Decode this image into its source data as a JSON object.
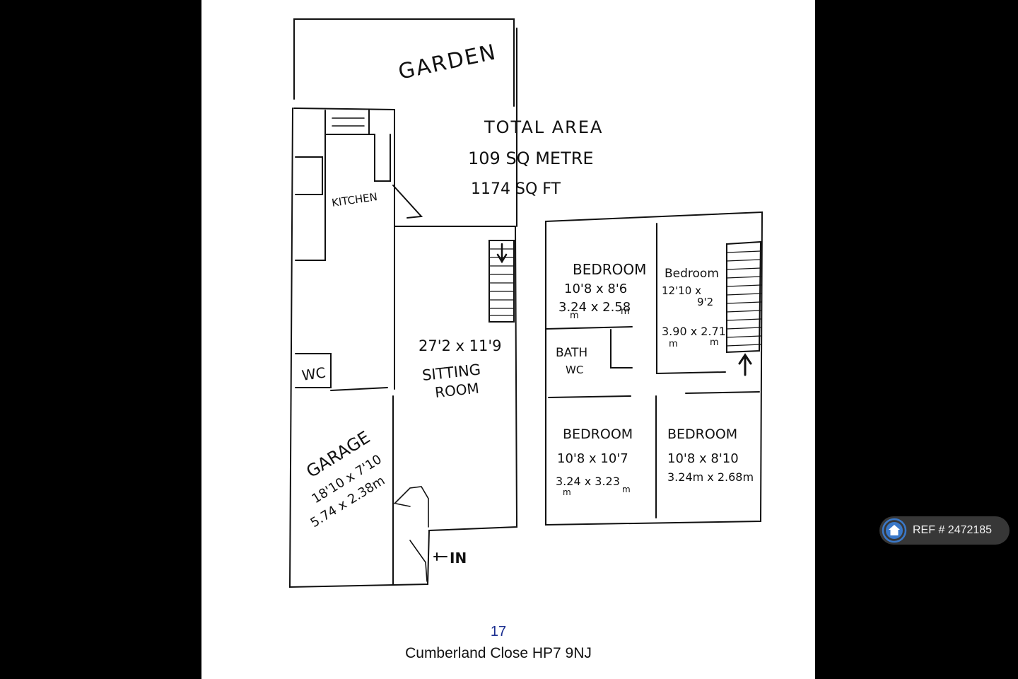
{
  "ground_floor": {
    "garden_label": "GARDEN",
    "total_area_label": "TOTAL AREA",
    "total_area_metric": "109 SQ METRE",
    "total_area_imperial": "1174 SQ FT",
    "kitchen_label": "KITCHEN",
    "sitting_room_dims": "27'2 x 11'9",
    "sitting_room_label_1": "SITTING",
    "sitting_room_label_2": "ROOM",
    "wc_label": "WC",
    "garage_label": "GARAGE",
    "garage_dims_imperial": "18'10 x 7'10",
    "garage_dims_metric": "5.74 x 2.38m",
    "entrance_label": "IN"
  },
  "first_floor": {
    "bedroom1": {
      "label": "BEDROOM",
      "dims_imperial": "10'8 x 8'6",
      "dims_metric": "3.24 x 2.58",
      "unit": "m"
    },
    "bedroom2": {
      "label": "Bedroom",
      "dims_imperial_1": "12'10 x",
      "dims_imperial_2": "9'2",
      "dims_metric": "3.90 x 2.71",
      "unit": "m"
    },
    "bath_label_1": "BATH",
    "bath_label_2": "WC",
    "bedroom3": {
      "label": "BEDROOM",
      "dims_imperial": "10'8 x 10'7",
      "dims_metric": "3.24 x 3.23",
      "unit": "m"
    },
    "bedroom4": {
      "label": "BEDROOM",
      "dims_imperial": "10'8 x 8'10",
      "dims_metric": "3.24m x 2.68m"
    }
  },
  "caption": {
    "number": "17",
    "address": "Cumberland Close HP7 9NJ"
  },
  "ref_badge": {
    "text": "REF # 2472185",
    "icon": "home-icon"
  }
}
